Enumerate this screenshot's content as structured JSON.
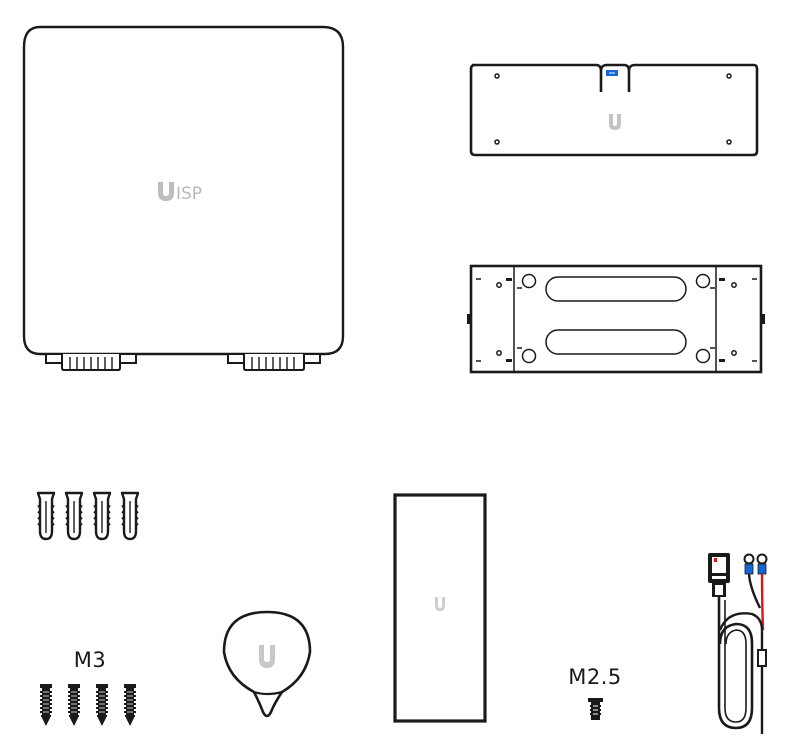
{
  "figure": {
    "type": "package contents illustration",
    "stroke_color": "#1a1a1a",
    "logo_color": "#bdbdbd",
    "accent_blue": "#1565d8",
    "accent_red": "#e0131a"
  },
  "items": {
    "device": {
      "name": "UISP device",
      "logo_text": "ISP"
    },
    "wall_bracket": {
      "name": "Wall mount bracket",
      "level_indicator": "blue bubble level"
    },
    "pole_bracket": {
      "name": "Pole mount bracket"
    },
    "anchors": {
      "name": "Wall anchors",
      "count": 4
    },
    "m3_screws": {
      "name": "Screws",
      "label": "M3",
      "count": 4
    },
    "keyring_tool": {
      "name": "Key / cover tool"
    },
    "quick_start_box": {
      "name": "Quick start guide"
    },
    "m25_screw": {
      "name": "Screw",
      "label": "M2.5",
      "count": 1
    },
    "dc_cable": {
      "name": "DC power cable",
      "wire_colors": [
        "black",
        "red"
      ],
      "terminal_color": "blue"
    }
  }
}
